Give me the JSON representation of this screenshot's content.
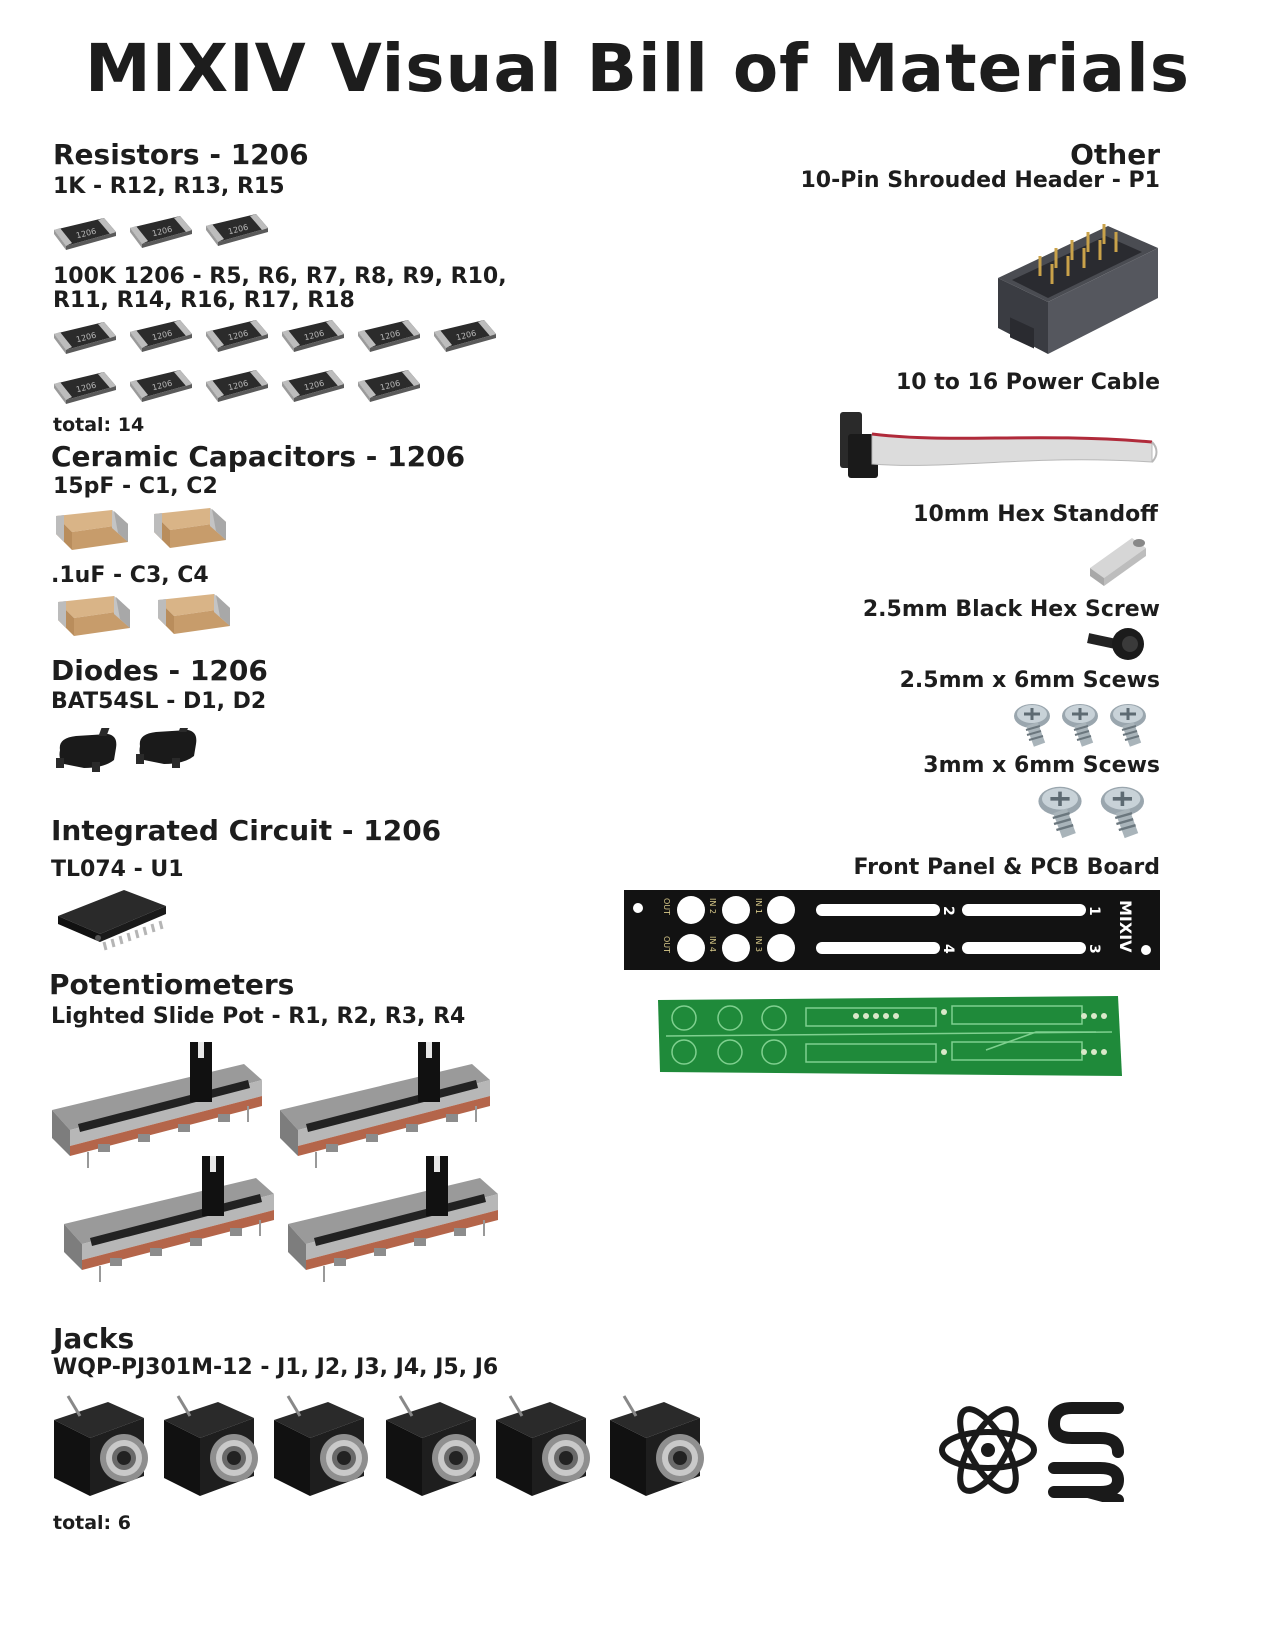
{
  "title": "MIXIV Visual Bill of Materials",
  "resistors": {
    "heading": "Resistors - 1206",
    "group1_label": "1K - R12, R13, R15",
    "group2_label_line1": "100K 1206 - R5, R6, R7, R8, R9, R10,",
    "group2_label_line2": "R11, R14, R16, R17, R18",
    "chip_text": "1206",
    "group1_count": 3,
    "group2_count": 11,
    "total": "total: 14"
  },
  "capacitors": {
    "heading": "Ceramic Capacitors - 1206",
    "group1_label": "15pF - C1, C2",
    "group2_label": ".1uF - C3, C4"
  },
  "diodes": {
    "heading": "Diodes - 1206",
    "label": "BAT54SL - D1, D2"
  },
  "ic": {
    "heading": "Integrated Circuit - 1206",
    "label": "TL074 - U1"
  },
  "pots": {
    "heading": "Potentiometers",
    "label": "Lighted Slide Pot - R1, R2, R3, R4"
  },
  "jacks": {
    "heading": "Jacks",
    "label": "WQP-PJ301M-12 - J1, J2, J3, J4, J5, J6",
    "total": "total: 6"
  },
  "other": {
    "heading": "Other",
    "header_label": "10-Pin Shrouded Header - P1",
    "cable_label": "10 to 16 Power Cable",
    "standoff_label": "10mm Hex Standoff",
    "hex_screw_label": "2.5mm Black Hex Screw",
    "screw25_label": "2.5mm x 6mm Scews",
    "screw3_label": "3mm x 6mm Scews",
    "panel_label": "Front Panel & PCB Board"
  },
  "panel": {
    "brand": "MIXIV",
    "in_labels": [
      "IN 2",
      "IN 1",
      "IN 4",
      "IN 3"
    ],
    "out_label": "OUT",
    "channel_numbers": [
      "2",
      "1",
      "4",
      "3"
    ]
  },
  "colors": {
    "text": "#1d1d1d",
    "panel_black": "#111111",
    "pcb_green": "#1f8a3a",
    "cap_tan": "#c9a070",
    "chip_black": "#2a2a2a"
  },
  "icons": [
    "resistor-chip-icon",
    "capacitor-chip-icon",
    "diode-icon",
    "ic-soic-icon",
    "slide-pot-icon",
    "jack-icon",
    "shrouded-header-icon",
    "ribbon-cable-icon",
    "hex-standoff-icon",
    "hex-screw-icon",
    "phillips-screw-icon",
    "front-panel-icon",
    "pcb-board-icon",
    "logo-icon"
  ]
}
